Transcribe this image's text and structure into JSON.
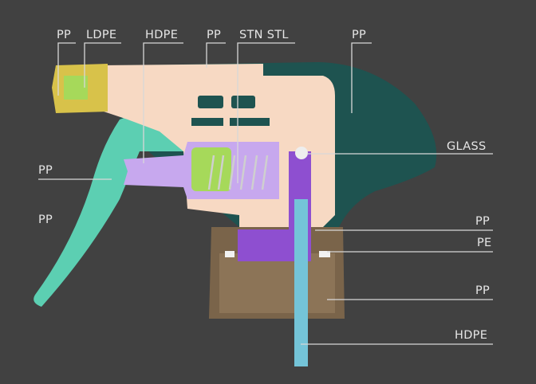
{
  "title": "Trigger sprayer materials cross-section",
  "labels": {
    "nozzle_cap": "PP",
    "nozzle_insert": "LDPE",
    "piston": "HDPE",
    "body_top": "PP",
    "spring": "STN STL",
    "shroud": "PP",
    "trigger_left": "PP",
    "trigger_lower": "PP",
    "ball_valve": "GLASS",
    "valve_housing": "PP",
    "gasket": "PE",
    "closure": "PP",
    "dip_tube": "HDPE"
  },
  "colors": {
    "background": "#414141",
    "body": "#f7d9c3",
    "shroud": "#1e5350",
    "trigger": "#5ccfb2",
    "nozzle": "#d8c24a",
    "nozzle_insert": "#a6d95a",
    "piston": "#c7a8ee",
    "valve": "#8e4fd0",
    "closure": "#7a644a",
    "dip_tube": "#74c4d8",
    "leader": "#d8d8d8"
  }
}
